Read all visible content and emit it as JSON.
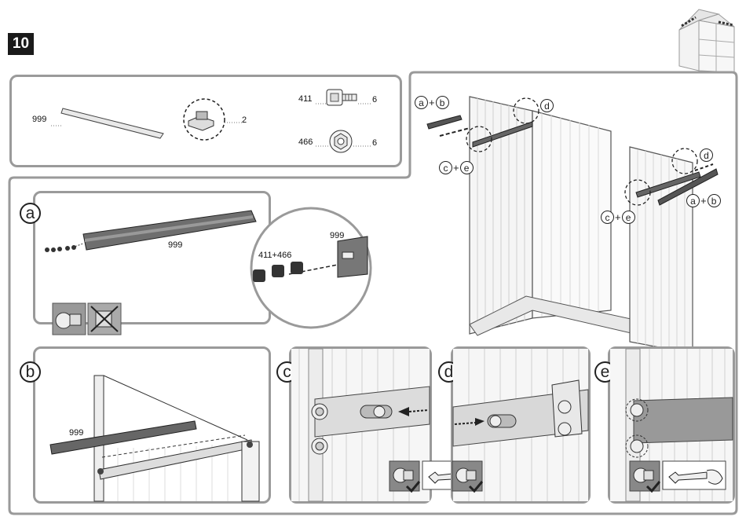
{
  "step_number": "10",
  "parts": [
    {
      "id": "999",
      "qty": "2"
    },
    {
      "id": "411",
      "qty": "6"
    },
    {
      "id": "466",
      "qty": "6"
    }
  ],
  "main_labels": {
    "left_top": {
      "a": "a",
      "plus": "+",
      "b": "b"
    },
    "left_mid": {
      "c": "c",
      "plus": "+",
      "e": "e"
    },
    "left_d": "d",
    "right_d": "d",
    "right_ab": {
      "a": "a",
      "plus": "+",
      "b": "b"
    },
    "right_ce": {
      "c": "c",
      "plus": "+",
      "e": "e"
    }
  },
  "detail_a": {
    "letter": "a",
    "rail_label": "999",
    "zoom_rail_label": "999",
    "zoom_bolt_label": "411+466"
  },
  "detail_b": {
    "letter": "b",
    "rail_label": "999"
  },
  "detail_c": {
    "letter": "c"
  },
  "detail_d": {
    "letter": "d"
  },
  "detail_e": {
    "letter": "e"
  }
}
